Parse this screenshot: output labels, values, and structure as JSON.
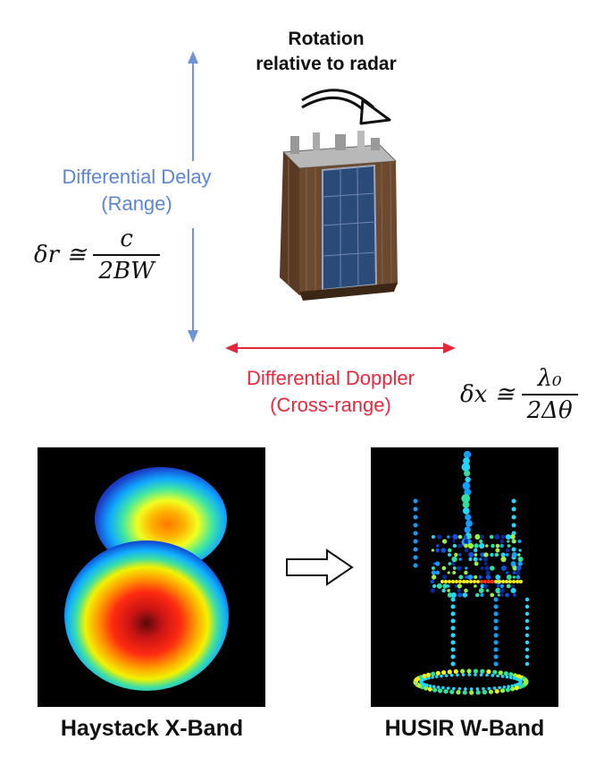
{
  "rotation": {
    "line1": "Rotation",
    "line2": "relative to radar"
  },
  "range": {
    "line1": "Differential Delay",
    "line2": "(Range)",
    "equation": {
      "lhs": "δr ≅",
      "numerator": "c",
      "denominator": "2BW"
    }
  },
  "crossrange": {
    "line1": "Differential Doppler",
    "line2": "(Cross-range)",
    "equation": {
      "lhs": "δx ≅",
      "numerator": "λ₀",
      "denominator": "2Δθ"
    }
  },
  "panels": {
    "left_caption": "Haystack X-Band",
    "right_caption": "HUSIR W-Band"
  },
  "colors": {
    "range_arrow": "#6e93d8",
    "crossrange_arrow": "#e3263a",
    "panel_background": "#000000"
  }
}
